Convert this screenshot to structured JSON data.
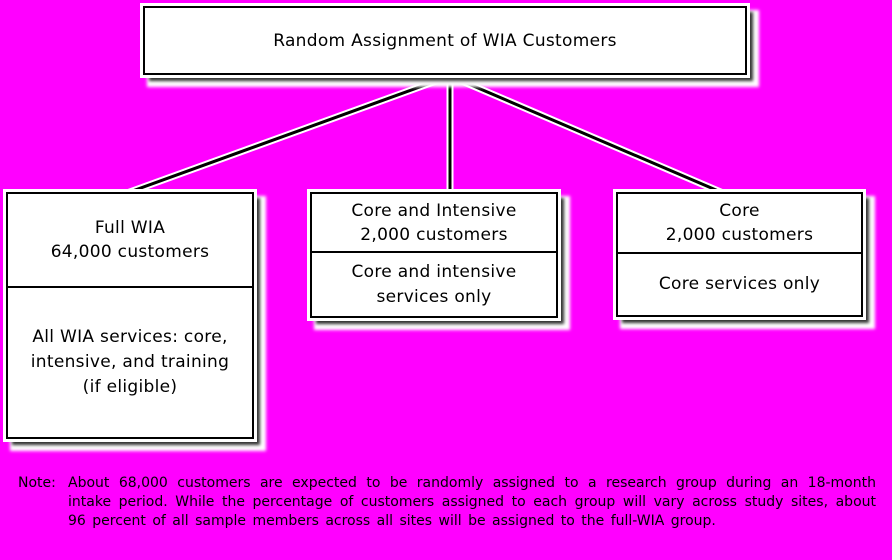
{
  "colors": {
    "background": "#ff00ff",
    "box_fill": "#ffffff",
    "box_border": "#000000",
    "box_shadow": "#333333",
    "connector": "#000000",
    "connector_halo": "#ffffff"
  },
  "root": {
    "label": "Random Assignment of WIA Customers"
  },
  "nodes": [
    {
      "id": "full-wia",
      "header": "Full WIA\n64,000 customers",
      "body": "All WIA services:  core,\nintensive, and training\n(if eligible)"
    },
    {
      "id": "core-and-intensive",
      "header": "Core and Intensive\n2,000 customers",
      "body": "Core and intensive\nservices only"
    },
    {
      "id": "core",
      "header": "Core\n2,000 customers",
      "body": "Core services only"
    }
  ],
  "note": {
    "label": "Note:",
    "text": "About 68,000 customers are expected to be randomly assigned to a research group during an 18-month intake period. While the percentage of customers assigned to each group will vary across study sites, about 96 percent of all sample members across all sites will be assigned to the full-WIA group."
  }
}
